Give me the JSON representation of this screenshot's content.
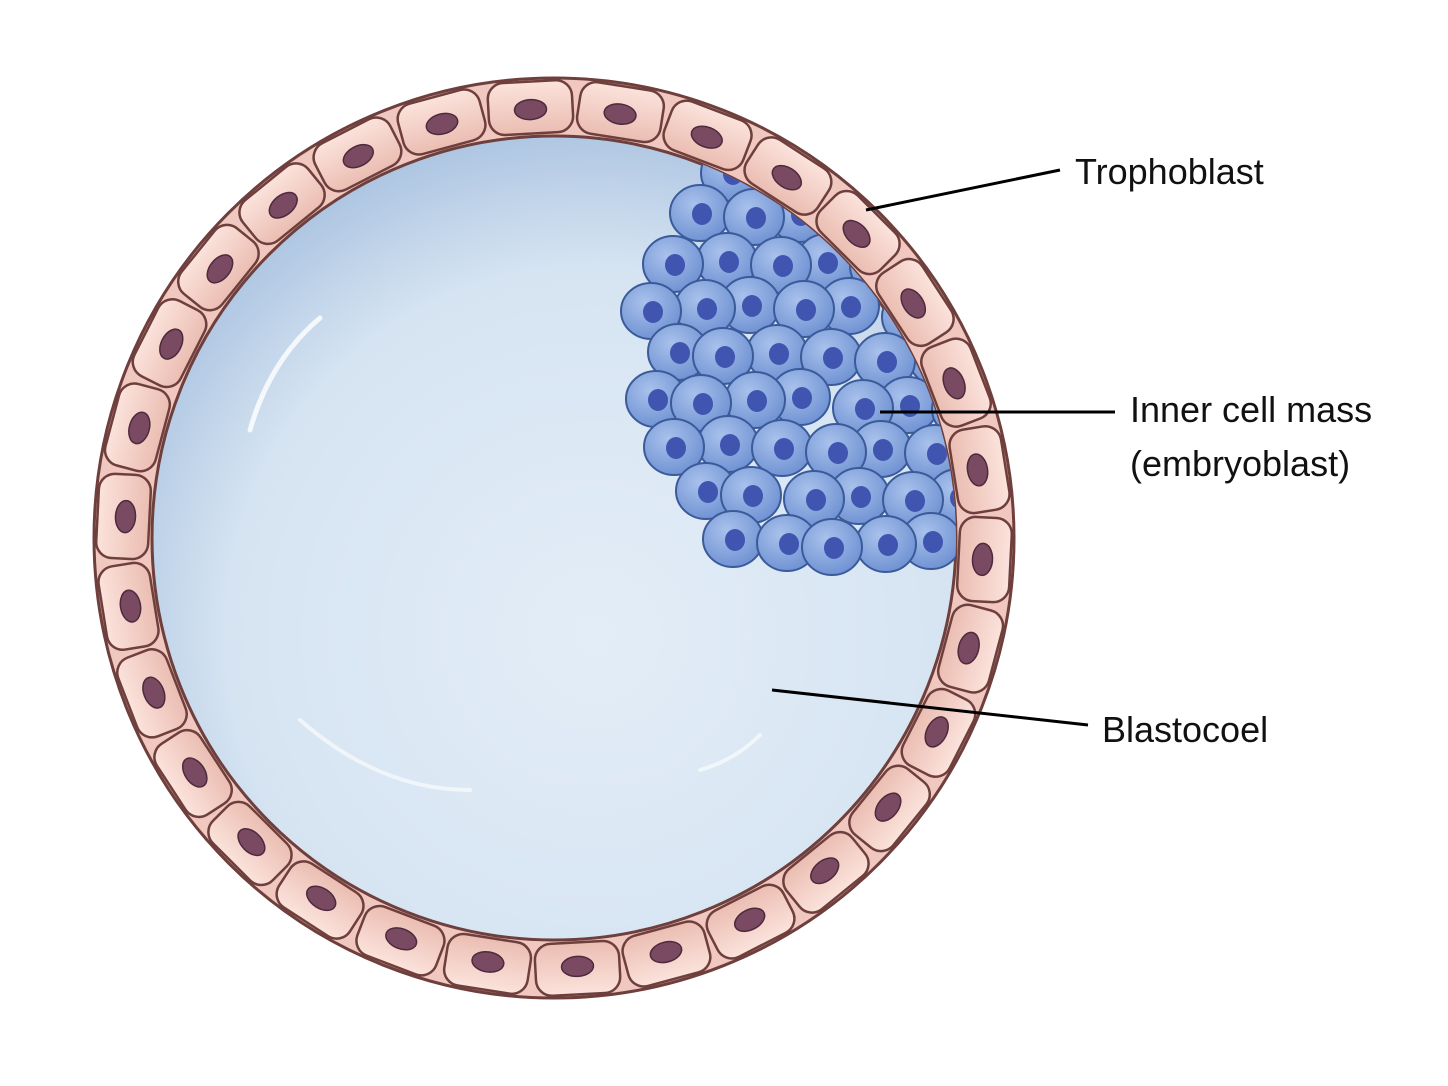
{
  "labels": {
    "trophoblast": "Trophoblast",
    "inner_cell_mass_line1": "Inner cell mass",
    "inner_cell_mass_line2": "(embryoblast)",
    "blastocoel": "Blastocoel"
  },
  "colors": {
    "background": "#ffffff",
    "trophoblast_cell_fill": "#f3cfc6",
    "trophoblast_cell_stroke": "#6e3f3c",
    "trophoblast_nucleus": "#7a4a62",
    "blastocoel_fill": "#dce8f4",
    "blastocoel_edge": "#a9c2e0",
    "inner_cell_fill": "#7fa2dc",
    "inner_cell_stroke": "#3a5a9a",
    "inner_cell_nucleus": "#3f55b0",
    "leader_line": "#000000"
  },
  "structure": {
    "trophoblast_cell_count": 30,
    "inner_cell_mass_cell_count": 42
  }
}
